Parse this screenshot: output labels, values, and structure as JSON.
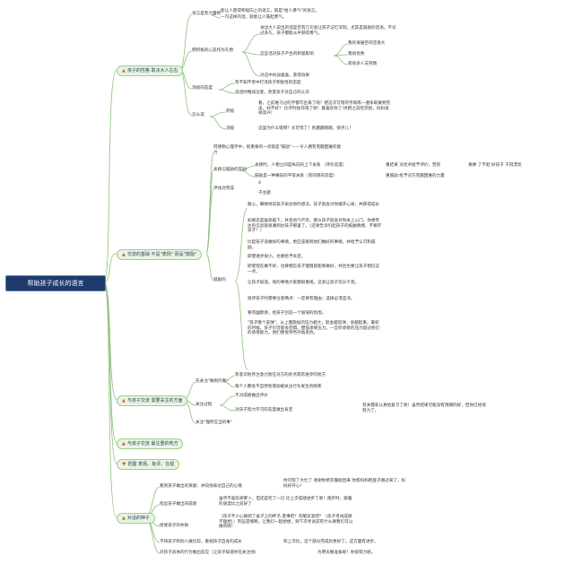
{
  "colors": {
    "root_bg": "#1f3a6d",
    "line": "#8cbf7a",
    "branch_bg": "#e9f4e2",
    "icon": "#e0543a"
  },
  "root": "帮助孩子成长的语言",
  "icons": {
    "a": "flame-icon",
    "b": "heart-icon"
  },
  "b1": {
    "label": "孩子的性格 取决大人左右",
    "l1": "语言是有力量的",
    "l1a": "能让人变得积极向上的语言，就是\"给人勇气\"的语言。",
    "l1b": "一句这样的话，就能让人鼓起勇气。",
    "l2": "把积极的心态作为礼物",
    "l2a": "身边大人说出的话是否有几句会让孩子记忆深刻。尤其是鼓励的话语。不论过多久，孩子都能从中获得勇气。",
    "l2b": "这些话对孩子产生的积极影响",
    "l2b1": "我的发展空间还很大",
    "l2b2": "我很优秀",
    "l2b3": "有很多人支持我",
    "l2c": "对这中肯加督喜，获得效果",
    "l3": "消极的态度",
    "l3a": "有不知不觉中打消孩子积极性的态度",
    "l3b": "说话时略加注意，改变孩子对自己的认识",
    "l4": "怎么说",
    "l4a": "积极",
    "l4at": "看，之前难习过的学都写出来了呢！把这次写错的字再练一遍争取做到完美，好不好？ 比学时加作快了呢！最喜欢你了!点把之前吃完饭，妈妈会很高兴！",
    "l4b": "消极",
    "l4bt": "这里为什么错啊？太可惜了！别磨磨蹭蹭，快点儿！"
  },
  "b2": {
    "label": "交流的基础 不是\"表扬\" 而是\"鼓励\"",
    "m1": "阿德勒心理学中，很重要的一点就是\"鼓励\"——令人拥有克服困难的能力",
    "m2": "表扬与鼓励的区别",
    "m2a": "表扬时，人物之间是纵向的上下关系 （评价态度）",
    "m2a1": "重结果 对优点给予评价、赞赏",
    "m2a2": "真棒 了不起 好孩子 干得漂亮",
    "m2b": "鼓励是一种横向的平等关系（有同感的态度）",
    "m2b1": "重鼓励 给予对方克服困难的力量",
    "m3": "评估对完成",
    "m3a": "4",
    "m3b": "子主题",
    "m4": "鼓励的",
    "m4a": "耐心，细致地向孩子表达你的想法，孩子就会对你敞开心扉，并获得成长",
    "m4b": "如果态度居高临下，并且语气严厉，那么孩子就会对你关上心门，你想传达的信息就很难到达孩子那里了。（还请告诉引起孩子的抵触情绪，不要吓孩子！）",
    "m4c": "比起孩子没做好的事情，更应该看到他们做好的事情，并给予认可和鼓励。",
    "m4d": "即使进步很小，也要给予肯定。",
    "m4e": "即使现在做不好，也要相信孩子慢慢就能够做好，并且也要让孩子相信这一点。",
    "m4f": "让孩子知道，他的事情大家都很重视，这会让孩子充分干足。",
    "m4g": "批评孩子时需要注意两点：一定要有理由；选择必须坚决。",
    "m4h": "要有幽默感，给孩子创造一个愉快的氛围。",
    "m4i": "\"孩子像个皮球\"，从上面施加的压力越大，就会越反弹，会越起来。最初的时候，孩子们可能会恐惧、胆怯承受压力。一旦听承受的压力超过他们的承受能力，他们便会突然开始反抗。"
  },
  "b3": {
    "label": "与孩子交流 需要关注的方面",
    "n1": "先关注\"做到的事\"",
    "n1a": "有意识地存注意力放在对方的优点或有进步的地方",
    "n1b": "每个人都会不自觉地增加被关注行为发生的频率",
    "n2": "关注过程",
    "n2a": "不对成绩做出评价",
    "n2b": "对孩子努力学习的态度做出肯定",
    "n2bt": "有关都非认真给复习了呢！虽然结果可能没有预期的好，但你已经很努力了。",
    "n3": "关注\"理所应当的事\""
  },
  "b4": {
    "label": "与孩子交流 最注重的地方"
  },
  "b5": {
    "label": "把握 表扬、批评、在视"
  },
  "b6": {
    "label": "对话的种子",
    "p1": "看到孩子做出的贡献，并向他表达自己的心情",
    "p1t": "你可帮了大忙了 谢谢你把衣服收回来 你帮妈妈把盘子端过来了，妈妈好开心！",
    "p2": "指出孩子做出的成绩",
    "p2t": "虽然不喜欢胡萝卜，但还是吃了一口 比上次成绩进步了呢！跑步时，跟着的速度比之前好了",
    "p3": "接受孩子的失败",
    "p3t": "（孩子不小心碰到了桌子上的杯子,变事吧？衣服没湿吧？（孩子考试成绩不理想））有些遗憾啊，让我们一起想想，到下次考试前有什么要我们可以做的呢！",
    "p4": "不将孩子和别人做比较，重视孩子自身的成长",
    "p4t": "和上次比，这个部分完成的更好了。这方面有进步。",
    "p5": "对孩子具体的行为做出反应（让孩子知道你在关注他）",
    "p5t": "为明天做准备呢！你很努力呢。"
  }
}
